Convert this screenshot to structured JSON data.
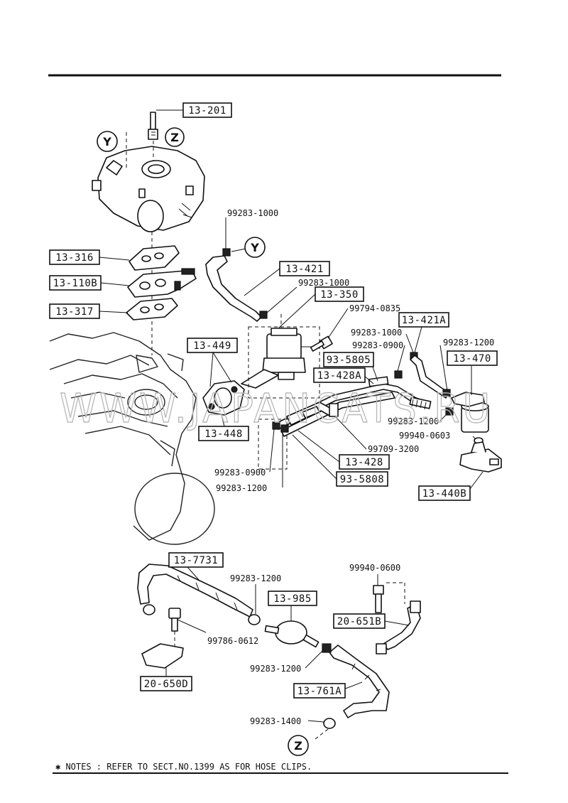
{
  "boxed_labels": {
    "p13_201": "13-201",
    "p13_316": "13-316",
    "p13_110b": "13-110B",
    "p13_317": "13-317",
    "p13_421": "13-421",
    "p13_350": "13-350",
    "p13_449": "13-449",
    "p13_448": "13-448",
    "p13_421a": "13-421A",
    "p13_470": "13-470",
    "p93_5805": "93-5805",
    "p13_428a": "13-428A",
    "p13_428": "13-428",
    "p93_5808": "93-5808",
    "p13_440b": "13-440B",
    "p13_7731": "13-7731",
    "p13_985": "13-985",
    "p20_651b": "20-651B",
    "p20_650d": "20-650D",
    "p13_761a": "13-761A"
  },
  "plain_labels": {
    "c99283_1000_top": "99283-1000",
    "c99283_1000_mid": "99283-1000",
    "c99794_0835": "99794-0835",
    "c99283_1000_right": "99283-1000",
    "c99283_0900_right": "99283-0900",
    "c99283_1200_right": "99283-1200",
    "c99283_1200_right2": "99283-1200",
    "c99940_0603": "99940-0603",
    "c99709_3200": "99709-3200",
    "c99283_0900_left": "99283-0900",
    "c99283_1200_left": "99283-1200",
    "c99283_1200_bottom": "99283-1200",
    "c99940_0600": "99940-0600",
    "c99786_0612": "99786-0612",
    "c99283_1200_bottom2": "99283-1200",
    "c99283_1400": "99283-1400"
  },
  "references": {
    "y_top": "Y",
    "z_top": "Z",
    "y_mid": "Y",
    "z_bottom": "Z"
  },
  "watermark": "WWW.JAPANCATS.RU",
  "note": "✱ NOTES : REFER TO SECT.NO.1399 AS FOR HOSE CLIPS."
}
